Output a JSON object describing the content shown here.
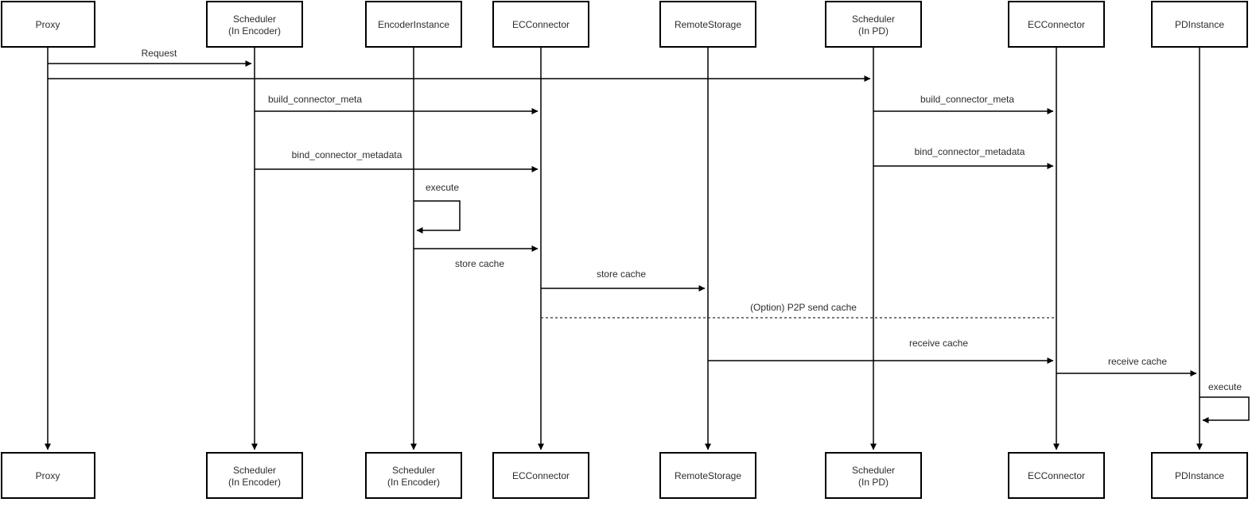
{
  "diagram": {
    "kind": "sequence-diagram",
    "actors": [
      {
        "id": "proxy",
        "top_lines": [
          "Proxy"
        ],
        "bottom_lines": [
          "Proxy"
        ]
      },
      {
        "id": "scheduler-in-encoder",
        "top_lines": [
          "Scheduler",
          "(In Encoder)"
        ],
        "bottom_lines": [
          "Scheduler",
          "(In Encoder)"
        ]
      },
      {
        "id": "encoder-instance",
        "top_lines": [
          "EncoderInstance"
        ],
        "bottom_lines": [
          "Scheduler",
          "(In Encoder)"
        ]
      },
      {
        "id": "ec-connector-encoder",
        "top_lines": [
          "ECConnector"
        ],
        "bottom_lines": [
          "ECConnector"
        ]
      },
      {
        "id": "remote-storage",
        "top_lines": [
          "RemoteStorage"
        ],
        "bottom_lines": [
          "RemoteStorage"
        ]
      },
      {
        "id": "scheduler-in-pd",
        "top_lines": [
          "Scheduler",
          "(In PD)"
        ],
        "bottom_lines": [
          "Scheduler",
          "(In PD)"
        ]
      },
      {
        "id": "ec-connector-pd",
        "top_lines": [
          "ECConnector"
        ],
        "bottom_lines": [
          "ECConnector"
        ]
      },
      {
        "id": "pd-instance",
        "top_lines": [
          "PDInstance"
        ],
        "bottom_lines": [
          "PDInstance"
        ]
      }
    ],
    "messages": [
      {
        "from": "Proxy",
        "to": "Scheduler (In Encoder)",
        "label": "Request",
        "style": "solid"
      },
      {
        "from": "Proxy",
        "to": "Scheduler (In PD)",
        "label": "",
        "style": "solid"
      },
      {
        "from": "Scheduler (In Encoder)",
        "to": "ECConnector",
        "label": "build_connector_meta",
        "style": "solid"
      },
      {
        "from": "Scheduler (In PD)",
        "to": "ECConnector",
        "label": "build_connector_meta",
        "style": "solid"
      },
      {
        "from": "Scheduler (In Encoder)",
        "to": "ECConnector",
        "label": "bind_connector_metadata",
        "style": "solid"
      },
      {
        "from": "Scheduler (In PD)",
        "to": "ECConnector",
        "label": "bind_connector_metadata",
        "style": "solid"
      },
      {
        "from": "EncoderInstance",
        "to": "EncoderInstance",
        "label": "execute",
        "style": "self-loop"
      },
      {
        "from": "EncoderInstance",
        "to": "ECConnector",
        "label": "store cache",
        "style": "solid"
      },
      {
        "from": "ECConnector",
        "to": "RemoteStorage",
        "label": "store cache",
        "style": "solid"
      },
      {
        "from": "ECConnector",
        "to": "ECConnector",
        "label": "(Option) P2P send cache",
        "style": "dashed"
      },
      {
        "from": "RemoteStorage",
        "to": "ECConnector",
        "label": "receive cache",
        "style": "solid"
      },
      {
        "from": "ECConnector",
        "to": "PDInstance",
        "label": "receive cache",
        "style": "solid"
      },
      {
        "from": "PDInstance",
        "to": "PDInstance",
        "label": "execute",
        "style": "self-loop"
      }
    ],
    "colors": {
      "background": "#ffffff",
      "line": "#000000",
      "box_fill": "#ffffff",
      "box_border": "#000000",
      "text": "#2d2d2d"
    }
  }
}
